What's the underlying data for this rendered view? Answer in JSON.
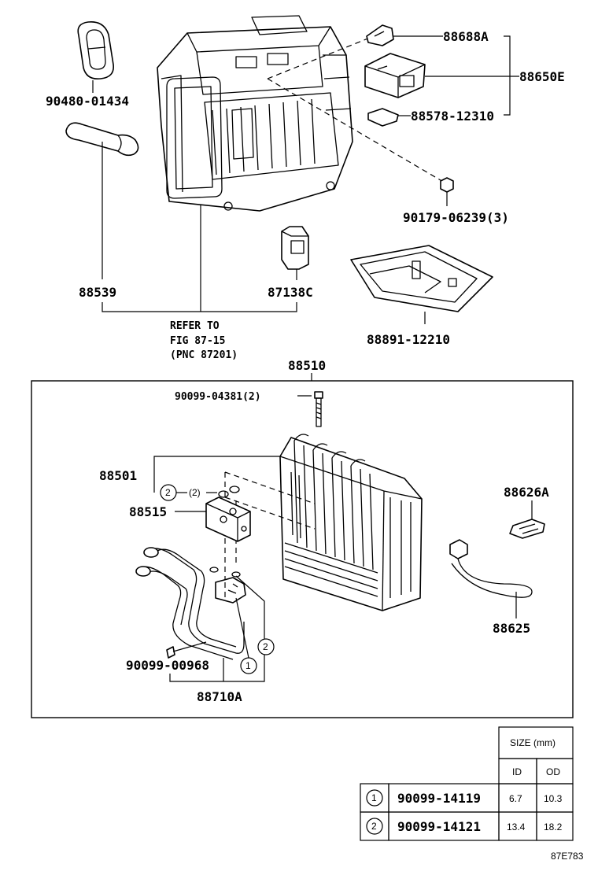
{
  "callouts": {
    "p90480": "90480-01434",
    "p88688": "88688A",
    "p88650": "88650E",
    "p88578": "88578-12310",
    "p90179": "90179-06239(3)",
    "p88539": "88539",
    "p87138": "87138C",
    "p88891": "88891-12210",
    "refer_line1": "REFER TO",
    "refer_line2": "FIG 87-15",
    "refer_line3": "(PNC 87201)",
    "p88510": "88510",
    "p90099_04381": "90099-04381(2)",
    "p88501": "88501",
    "p88515": "88515",
    "p88626": "88626A",
    "p88625": "88625",
    "p90099_00968": "90099-00968",
    "p88710": "88710A",
    "circle1": "1",
    "circle2": "2",
    "paren2": "(2)"
  },
  "table": {
    "size_header": "SIZE (mm)",
    "col_id": "ID",
    "col_od": "OD",
    "rows": [
      {
        "mark": "1",
        "part": "90099-14119",
        "id": "6.7",
        "od": "10.3"
      },
      {
        "mark": "2",
        "part": "90099-14121",
        "id": "13.4",
        "od": "18.2"
      }
    ]
  },
  "figure_code": "87E783"
}
